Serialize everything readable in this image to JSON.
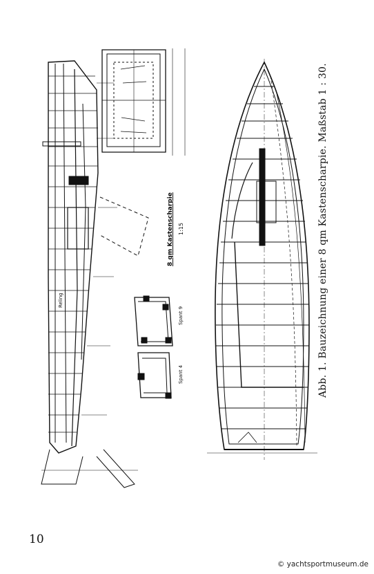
{
  "caption": "Abb. 1.  Bauzeichnung einer 8 qm Kastenscharpie.   Maßstab 1 : 30.",
  "page_number": "10",
  "watermark": "© yachtsportmuseum.de",
  "drawing_title": "8 qm Kastenscharpie",
  "drawing_scale": "1:15",
  "labels": {
    "relling": "Reling",
    "spant_9": "Spant 9",
    "spant_4": "Spant 4"
  },
  "colors": {
    "ink": "#111111",
    "paper": "#ffffff"
  }
}
